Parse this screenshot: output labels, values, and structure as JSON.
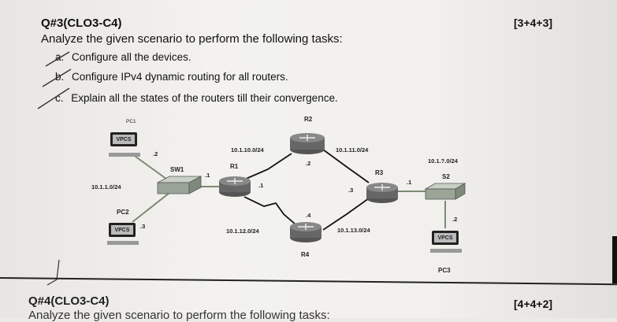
{
  "question": {
    "title": "Q#3(CLO3-C4)",
    "marks": "[3+4+3]",
    "intro": "Analyze the given scenario to perform the following tasks:",
    "tasks": [
      {
        "letter": "a.",
        "text": "Configure all the devices."
      },
      {
        "letter": "b.",
        "text": "Configure IPv4 dynamic routing for all routers."
      },
      {
        "letter": "c.",
        "text": "Explain all the states of the routers till their convergence."
      }
    ]
  },
  "topology": {
    "pc1": "PC1",
    "pc2": "PC2",
    "pc3": "PC3",
    "sw1": "SW1",
    "s2": "S2",
    "r1": "R1",
    "r2": "R2",
    "r3": "R3",
    "r4": "R4",
    "vpcs": "VPCS",
    "net_left": "10.1.1.0/24",
    "net_r1r2": "10.1.10.0/24",
    "net_r2r3": "10.1.11.0/24",
    "net_r1r4": "10.1.12.0/24",
    "net_r4r3": "10.1.13.0/24",
    "net_right": "10.1.?.0/24",
    "pc1_if": ".2",
    "pc2_if": ".3",
    "sw1_r1_if": ".1",
    "r1_r2_if": ".1",
    "r2_r1_if": ".2",
    "r3_r4_if": ".3",
    "r4_r1_if": ".4",
    "r3_s2_if": ".1",
    "pc3_if": ".2"
  },
  "next_question": {
    "title": "Q#4(CLO3-C4)",
    "marks": "[4+4+2]",
    "intro": "Analyze the given scenario to perform the following tasks:"
  }
}
